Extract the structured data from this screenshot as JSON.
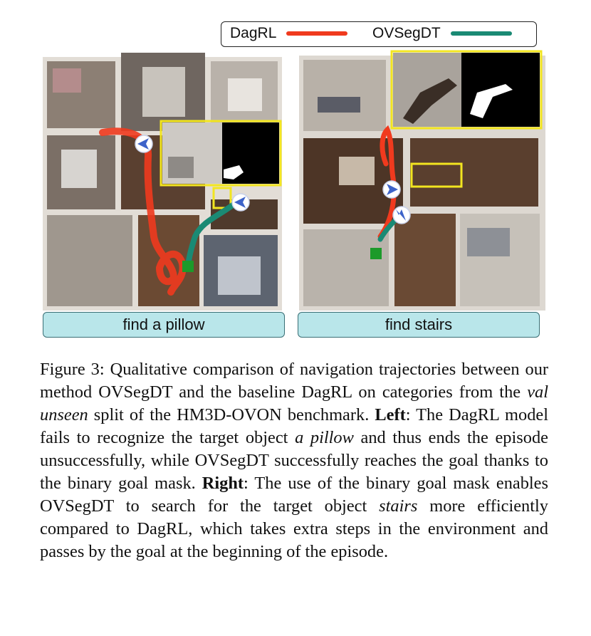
{
  "legend": {
    "entries": [
      {
        "name": "DagRL",
        "color": "#f03a1e"
      },
      {
        "name": "OVSegDT",
        "color": "#1a8a74"
      }
    ]
  },
  "panels": {
    "left": {
      "label": "find a pillow"
    },
    "right": {
      "label": "find stairs"
    }
  },
  "caption": {
    "label": "Figure 3:",
    "intro": " Qualitative comparison of navigation trajectories between our method OVSegDT and the baseline DagRL on categories from the ",
    "intro_em": "val unseen",
    "intro_end": " split of the HM3D-OVON benchmark. ",
    "left_bold": "Left",
    "left_a": ": The DagRL model fails to recognize the target object ",
    "left_em": "a pillow",
    "left_b": " and thus ends the episode unsuccessfully, while OVSegDT successfully reaches the goal thanks to the binary goal mask. ",
    "right_bold": "Right",
    "right_a": ": The use of the binary goal mask enables OVSegDT to search for the target object ",
    "right_em": "stairs",
    "right_b": " more efficiently compared to DagRL, which takes extra steps in the environment and passes by the goal at the beginning of the episode."
  },
  "colors": {
    "floor": "#6b4a33",
    "wall": "#d8d3cc",
    "goal": "#1c9a2a",
    "mask_frame": "#f2e520",
    "agent_marker": "#3d63c9"
  }
}
